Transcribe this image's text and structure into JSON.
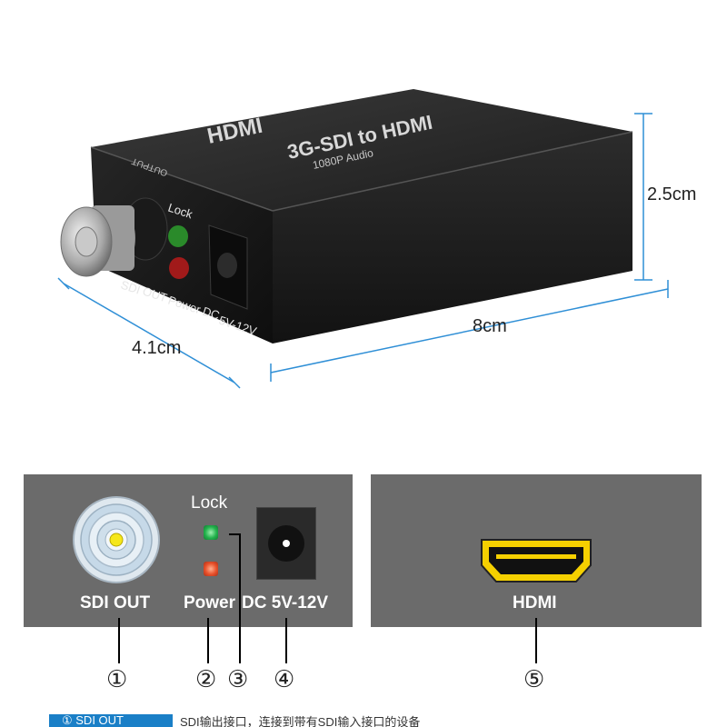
{
  "product": {
    "brand_text": "HDMI",
    "model_text": "3G-SDI to HDMI",
    "model_subtext": "1080P Audio",
    "output_text": "OUTPUT",
    "labels": {
      "lock": "Lock",
      "sdi": "SDI",
      "out": "OUT",
      "power": "Power",
      "dc": "DC",
      "volt": "5V-12V"
    }
  },
  "dimensions": {
    "height": "2.5cm",
    "length": "8cm",
    "width": "4.1cm"
  },
  "panels": {
    "left": {
      "lock": "Lock",
      "sdi_out": "SDI OUT",
      "power": "Power",
      "dc": "DC 5V-12V"
    },
    "right": {
      "hdmi": "HDMI"
    }
  },
  "callouts": [
    "①",
    "②",
    "③",
    "④",
    "⑤"
  ],
  "footer": {
    "tag": "① SDI OUT",
    "text": "SDI输出接口，连接到带有SDI输入接口的设备"
  },
  "colors": {
    "panel": "#6b6b6b",
    "led_green": "#22b24c",
    "led_red": "#e8502a",
    "hdmi_gold": "#f5d000",
    "dim_line": "#2f8fd6",
    "footer_tag": "#1a7fc7"
  }
}
